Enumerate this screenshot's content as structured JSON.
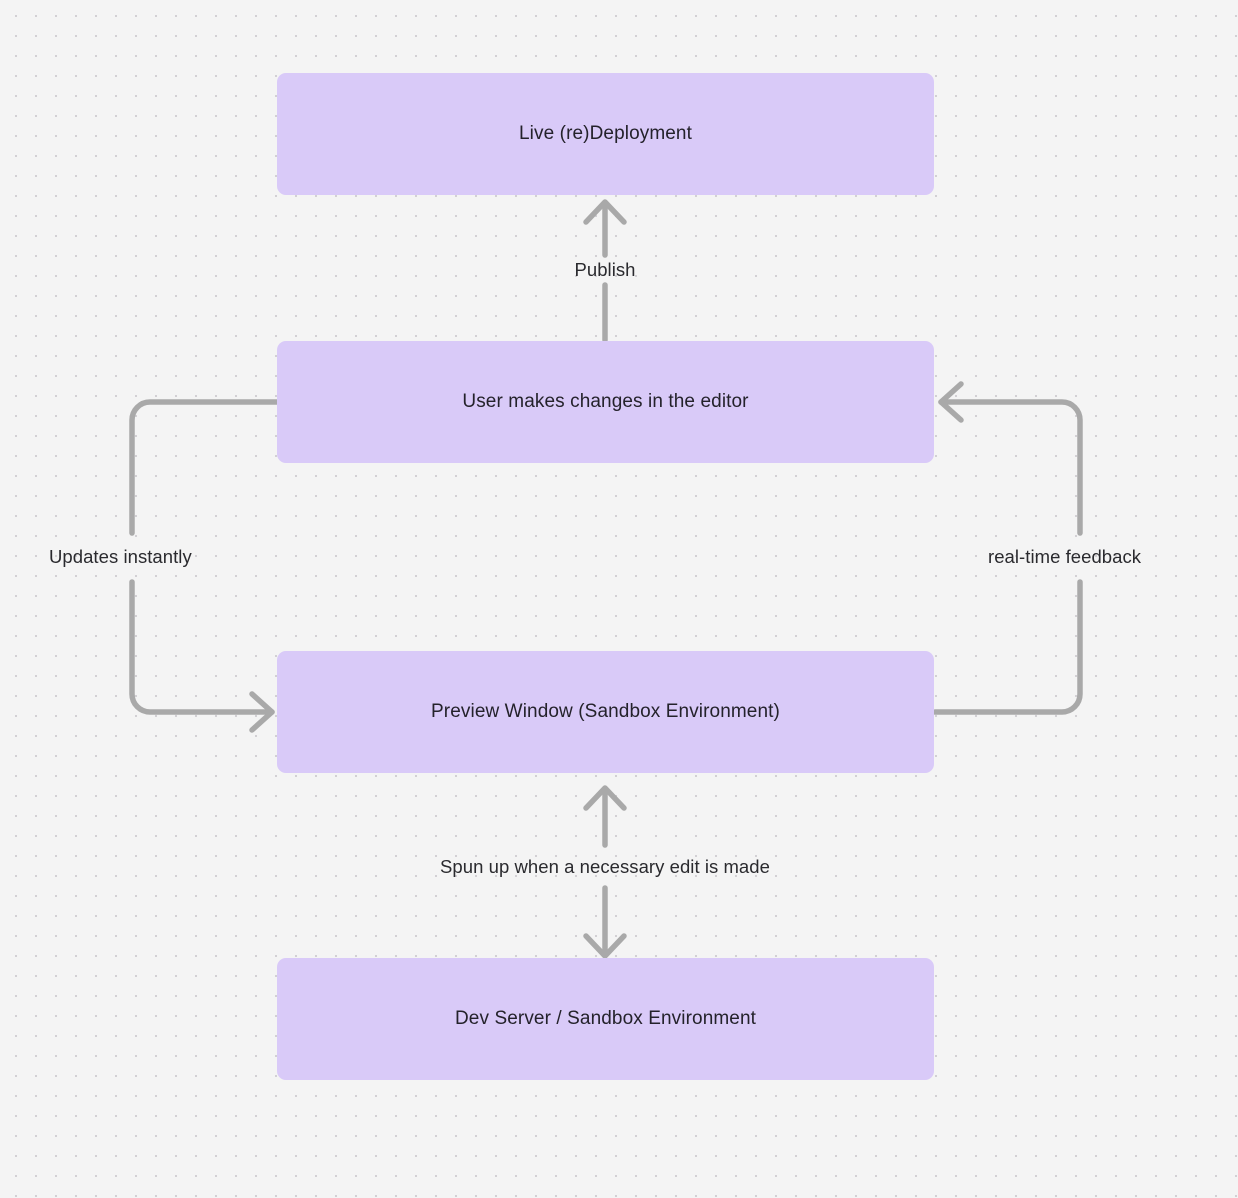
{
  "diagram": {
    "type": "flowchart",
    "background_color": "#f4f4f4",
    "grid": "dot-grid",
    "node_fill": "#d9caf8",
    "edge_color": "#a9a9a9",
    "text_color": "#24222b",
    "nodes": [
      {
        "id": "live-deployment",
        "label": "Live (re)Deployment"
      },
      {
        "id": "user-edits",
        "label": "User makes changes in the editor"
      },
      {
        "id": "preview-window",
        "label": "Preview Window (Sandbox Environment)"
      },
      {
        "id": "dev-server",
        "label": "Dev Server / Sandbox Environment"
      }
    ],
    "edges": [
      {
        "id": "publish",
        "from": "user-edits",
        "to": "live-deployment",
        "label": "Publish",
        "direction": "up"
      },
      {
        "id": "updates-instantly",
        "from": "user-edits",
        "to": "preview-window",
        "label": "Updates instantly",
        "direction": "left-loop"
      },
      {
        "id": "real-time-feedback",
        "from": "preview-window",
        "to": "user-edits",
        "label": "real-time feedback",
        "direction": "right-loop"
      },
      {
        "id": "spun-up",
        "from": "preview-window",
        "to": "dev-server",
        "label": "Spun up when a necessary edit is made",
        "direction": "bidirectional"
      }
    ]
  }
}
